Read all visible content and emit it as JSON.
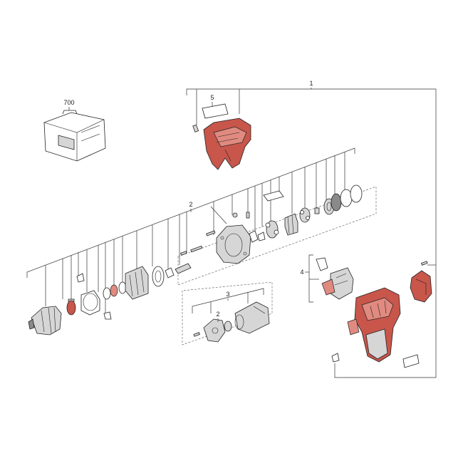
{
  "callouts": {
    "assembly_1": "1",
    "gearbox_2": "2",
    "motor_3": "3",
    "switch_4": "4",
    "label_5": "5",
    "motor_pinion_2": "2",
    "case_700": "700"
  },
  "colors": {
    "housing": "#c8564b",
    "housing_light": "#e08a80",
    "metal": "#d6d6d6",
    "metal_dark": "#8a8a8a",
    "line": "#222222"
  }
}
